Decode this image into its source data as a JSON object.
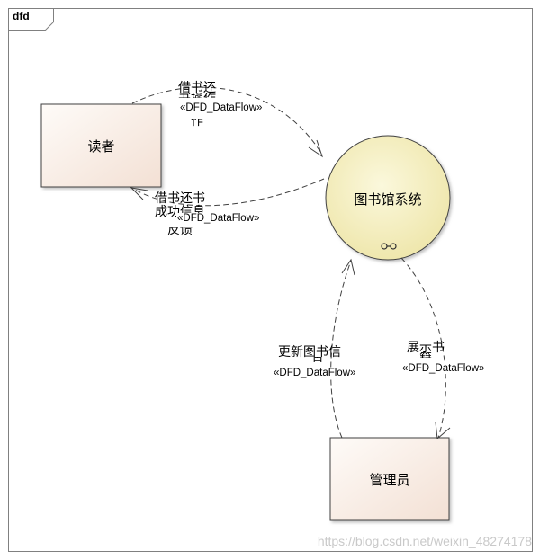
{
  "frame": {
    "tab_label": "dfd"
  },
  "nodes": {
    "reader": {
      "label": "读者"
    },
    "library_system": {
      "label": "图书馆系统"
    },
    "admin": {
      "label": "管理员"
    }
  },
  "flows": {
    "borrow_request": {
      "name_line1": "借书还",
      "name_line2": "书操作",
      "name_line3": "作",
      "stereotype": "«DFD_DataFlow»"
    },
    "borrow_feedback": {
      "name_line1": "借书还书",
      "name_line2": "成功信息",
      "name_line3": "反馈",
      "stereotype": "«DFD_DataFlow»"
    },
    "update_book_info": {
      "name_line1": "更新图书信",
      "name_line2": "息",
      "stereotype": "«DFD_DataFlow»"
    },
    "display_books": {
      "name_line1": "展示书",
      "name_line2": "籍",
      "stereotype": "«DFD_DataFlow»"
    }
  },
  "watermark": "https://blog.csdn.net/weixin_48274178",
  "colors": {
    "box_fill_light": "#fefaf6",
    "box_fill_dark": "#f5e3d8",
    "ellipse_fill": "#f8f4c6",
    "ellipse_shade": "#ede39e",
    "line": "#404040"
  }
}
